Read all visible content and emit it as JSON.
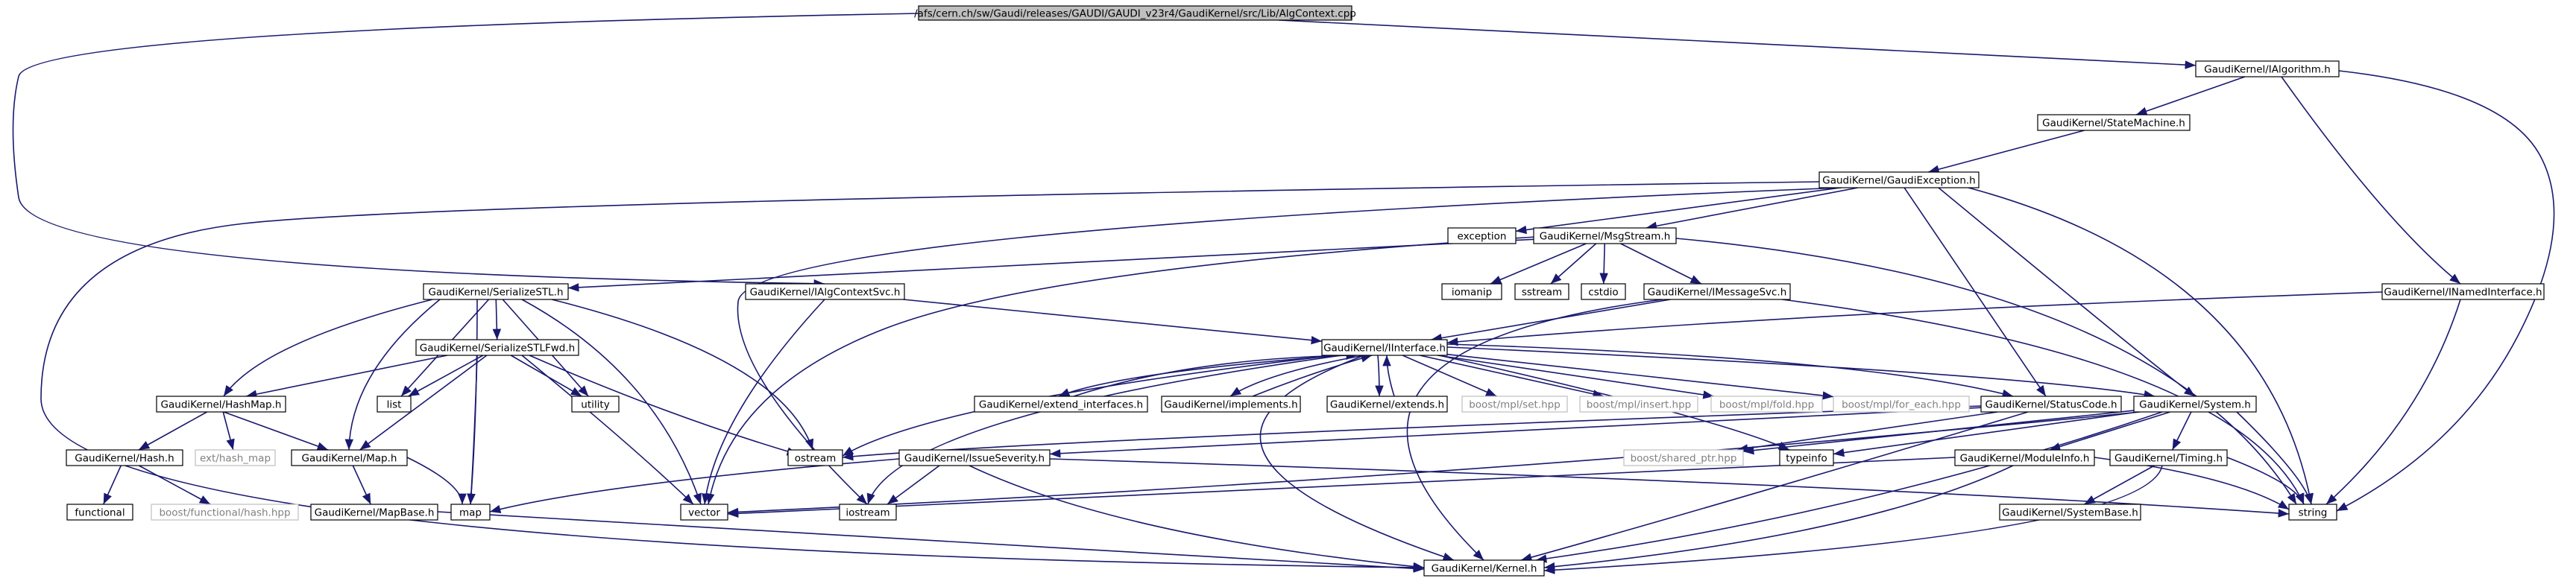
{
  "diagram": {
    "colors": {
      "edge": "#191970",
      "box_stroke": "#000000",
      "box_fill": "#ffffff",
      "root_fill": "#bfbfbf",
      "external_stroke": "#bfbfbf",
      "external_text": "#808080",
      "text": "#000000"
    },
    "nodes": [
      {
        "id": "root",
        "label": "/afs/cern.ch/sw/Gaudi/releases/GAUDI/GAUDI_v23r4/GaudiKernel/src/Lib/AlgContext.cpp",
        "kind": "root"
      },
      {
        "id": "ialg",
        "label": "GaudiKernel/IAlgorithm.h",
        "kind": "file"
      },
      {
        "id": "statem",
        "label": "GaudiKernel/StateMachine.h",
        "kind": "file"
      },
      {
        "id": "gexc",
        "label": "GaudiKernel/GaudiException.h",
        "kind": "file"
      },
      {
        "id": "exception",
        "label": "exception",
        "kind": "file"
      },
      {
        "id": "msgstream",
        "label": "GaudiKernel/MsgStream.h",
        "kind": "file"
      },
      {
        "id": "named",
        "label": "GaudiKernel/INamedInterface.h",
        "kind": "file"
      },
      {
        "id": "serstl",
        "label": "GaudiKernel/SerializeSTL.h",
        "kind": "file"
      },
      {
        "id": "ialgctx",
        "label": "GaudiKernel/IAlgContextSvc.h",
        "kind": "file"
      },
      {
        "id": "iomanip",
        "label": "iomanip",
        "kind": "file"
      },
      {
        "id": "sstream",
        "label": "sstream",
        "kind": "file"
      },
      {
        "id": "cstdio",
        "label": "cstdio",
        "kind": "file"
      },
      {
        "id": "imsgsvc",
        "label": "GaudiKernel/IMessageSvc.h",
        "kind": "file"
      },
      {
        "id": "serstlfwd",
        "label": "GaudiKernel/SerializeSTLFwd.h",
        "kind": "file"
      },
      {
        "id": "iface",
        "label": "GaudiKernel/IInterface.h",
        "kind": "file"
      },
      {
        "id": "hashmap",
        "label": "GaudiKernel/HashMap.h",
        "kind": "file"
      },
      {
        "id": "list",
        "label": "list",
        "kind": "file"
      },
      {
        "id": "utility",
        "label": "utility",
        "kind": "file"
      },
      {
        "id": "extif",
        "label": "GaudiKernel/extend_interfaces.h",
        "kind": "file"
      },
      {
        "id": "impl",
        "label": "GaudiKernel/implements.h",
        "kind": "file"
      },
      {
        "id": "extends",
        "label": "GaudiKernel/extends.h",
        "kind": "file"
      },
      {
        "id": "mplset",
        "label": "boost/mpl/set.hpp",
        "kind": "external"
      },
      {
        "id": "mplinsert",
        "label": "boost/mpl/insert.hpp",
        "kind": "external"
      },
      {
        "id": "mplfold",
        "label": "boost/mpl/fold.hpp",
        "kind": "external"
      },
      {
        "id": "mplforeach",
        "label": "boost/mpl/for_each.hpp",
        "kind": "external"
      },
      {
        "id": "statuscode",
        "label": "GaudiKernel/StatusCode.h",
        "kind": "file"
      },
      {
        "id": "system",
        "label": "GaudiKernel/System.h",
        "kind": "file"
      },
      {
        "id": "hash",
        "label": "GaudiKernel/Hash.h",
        "kind": "file"
      },
      {
        "id": "exthash",
        "label": "ext/hash_map",
        "kind": "external"
      },
      {
        "id": "map_h",
        "label": "GaudiKernel/Map.h",
        "kind": "file"
      },
      {
        "id": "ostream",
        "label": "ostream",
        "kind": "file"
      },
      {
        "id": "issue",
        "label": "GaudiKernel/IssueSeverity.h",
        "kind": "file"
      },
      {
        "id": "sharedptr",
        "label": "boost/shared_ptr.hpp",
        "kind": "external"
      },
      {
        "id": "typeinfo",
        "label": "typeinfo",
        "kind": "file"
      },
      {
        "id": "modinfo",
        "label": "GaudiKernel/ModuleInfo.h",
        "kind": "file"
      },
      {
        "id": "timing",
        "label": "GaudiKernel/Timing.h",
        "kind": "file"
      },
      {
        "id": "functional",
        "label": "functional",
        "kind": "file"
      },
      {
        "id": "bfhash",
        "label": "boost/functional/hash.hpp",
        "kind": "external"
      },
      {
        "id": "mapbase",
        "label": "GaudiKernel/MapBase.h",
        "kind": "file"
      },
      {
        "id": "map",
        "label": "map",
        "kind": "file"
      },
      {
        "id": "vector",
        "label": "vector",
        "kind": "file"
      },
      {
        "id": "iostream",
        "label": "iostream",
        "kind": "file"
      },
      {
        "id": "sysbase",
        "label": "GaudiKernel/SystemBase.h",
        "kind": "file"
      },
      {
        "id": "string",
        "label": "string",
        "kind": "file"
      },
      {
        "id": "kernel",
        "label": "GaudiKernel/Kernel.h",
        "kind": "file"
      }
    ],
    "edges": [
      [
        "root",
        "ialg"
      ],
      [
        "root",
        "ialgctx"
      ],
      [
        "ialg",
        "statem"
      ],
      [
        "ialg",
        "named"
      ],
      [
        "ialg",
        "string"
      ],
      [
        "statem",
        "gexc"
      ],
      [
        "gexc",
        "exception"
      ],
      [
        "gexc",
        "msgstream"
      ],
      [
        "gexc",
        "statuscode"
      ],
      [
        "gexc",
        "system"
      ],
      [
        "gexc",
        "string"
      ],
      [
        "gexc",
        "iostream"
      ],
      [
        "gexc",
        "kernel"
      ],
      [
        "msgstream",
        "serstl"
      ],
      [
        "msgstream",
        "iomanip"
      ],
      [
        "msgstream",
        "sstream"
      ],
      [
        "msgstream",
        "cstdio"
      ],
      [
        "msgstream",
        "imsgsvc"
      ],
      [
        "msgstream",
        "string"
      ],
      [
        "msgstream",
        "vector"
      ],
      [
        "named",
        "iface"
      ],
      [
        "named",
        "string"
      ],
      [
        "ialgctx",
        "iface"
      ],
      [
        "ialgctx",
        "vector"
      ],
      [
        "imsgsvc",
        "iface"
      ],
      [
        "imsgsvc",
        "string"
      ],
      [
        "imsgsvc",
        "kernel"
      ],
      [
        "serstl",
        "serstlfwd"
      ],
      [
        "serstl",
        "hashmap"
      ],
      [
        "serstl",
        "list"
      ],
      [
        "serstl",
        "utility"
      ],
      [
        "serstl",
        "map_h"
      ],
      [
        "serstl",
        "map"
      ],
      [
        "serstl",
        "vector"
      ],
      [
        "serstl",
        "ostream"
      ],
      [
        "serstlfwd",
        "hashmap"
      ],
      [
        "serstlfwd",
        "list"
      ],
      [
        "serstlfwd",
        "utility"
      ],
      [
        "serstlfwd",
        "map_h"
      ],
      [
        "serstlfwd",
        "map"
      ],
      [
        "serstlfwd",
        "vector"
      ],
      [
        "serstlfwd",
        "ostream"
      ],
      [
        "iface",
        "extif"
      ],
      [
        "iface",
        "impl"
      ],
      [
        "iface",
        "extends"
      ],
      [
        "iface",
        "mplset"
      ],
      [
        "iface",
        "mplinsert"
      ],
      [
        "iface",
        "mplfold"
      ],
      [
        "iface",
        "mplforeach"
      ],
      [
        "iface",
        "statuscode"
      ],
      [
        "iface",
        "system"
      ],
      [
        "iface",
        "ostream"
      ],
      [
        "iface",
        "iostream"
      ],
      [
        "iface",
        "typeinfo"
      ],
      [
        "iface",
        "kernel"
      ],
      [
        "extif",
        "iface"
      ],
      [
        "impl",
        "iface"
      ],
      [
        "extends",
        "iface"
      ],
      [
        "hashmap",
        "hash"
      ],
      [
        "hashmap",
        "exthash"
      ],
      [
        "hashmap",
        "map_h"
      ],
      [
        "hash",
        "functional"
      ],
      [
        "hash",
        "bfhash"
      ],
      [
        "map_h",
        "mapbase"
      ],
      [
        "map_h",
        "map"
      ],
      [
        "mapbase",
        "kernel"
      ],
      [
        "statuscode",
        "issue"
      ],
      [
        "statuscode",
        "sharedptr"
      ],
      [
        "statuscode",
        "ostream"
      ],
      [
        "statuscode",
        "kernel"
      ],
      [
        "issue",
        "map"
      ],
      [
        "issue",
        "iostream"
      ],
      [
        "issue",
        "string"
      ],
      [
        "issue",
        "kernel"
      ],
      [
        "system",
        "modinfo"
      ],
      [
        "system",
        "timing"
      ],
      [
        "system",
        "sharedptr"
      ],
      [
        "system",
        "typeinfo"
      ],
      [
        "system",
        "string"
      ],
      [
        "system",
        "vector"
      ],
      [
        "system",
        "kernel"
      ],
      [
        "modinfo",
        "string"
      ],
      [
        "modinfo",
        "vector"
      ],
      [
        "modinfo",
        "kernel"
      ],
      [
        "timing",
        "sysbase"
      ],
      [
        "timing",
        "kernel"
      ],
      [
        "timing",
        "string"
      ]
    ]
  }
}
